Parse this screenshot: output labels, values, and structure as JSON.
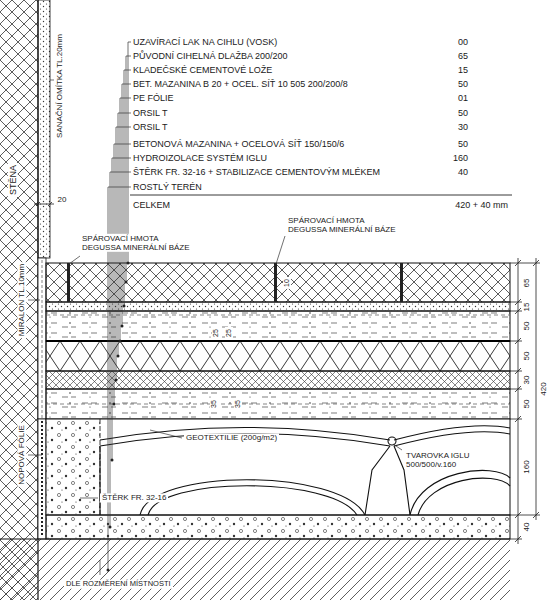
{
  "diagram": {
    "labels": [
      "UZAVÍRACÍ LAK NA CIHLU (VOSK)",
      "00",
      "PŮVODNÍ CIHELNÁ DLAŽBA 200/200",
      "65",
      "KLADEČSKÉ CEMENTOVÉ LOŽE",
      "15",
      "BET. MAZANINA B 20 + OCEL. SÍŤ 10 505 200/200/8",
      "50",
      "PE FÓLIE",
      "01",
      "ORSIL T",
      "50",
      "ORSIL T",
      "30",
      "BETONOVÁ MAZANINA + OCELOVÁ SÍŤ 150/150/6",
      "50",
      "HYDROIZOLACE SYSTÉM IGLU",
      "160",
      "ŠTĚRK FR. 32-16 + STABILIZACE CEMENTOVÝM MLÉKEM",
      "40",
      "ROSTLÝ TERÉN",
      "CELKEM",
      "420 + 40 mm",
      "SANAČNÍ OMÍTKA TL.20mm",
      "STĚNA",
      "20",
      "SPÁROVACÍ HMOTA DEGUSSA MINERÁLNÍ BÁZE",
      "SPÁROVACÍ HMOTA DEGUSSA MINERÁLNÍ BÁZE",
      "10",
      "25",
      "25",
      "MIRALON TL.10mm",
      "35",
      "35",
      "GEOTEXTILIE (200g/m2)",
      "NOPOVÁ FÓLIE",
      "TVAROVKA IGLU 500/500/v.160",
      "ŠTĚRK FR. 32-16",
      "DLE ROZMĚRENÍ MÍSTNOSTI",
      "65",
      "15",
      "50",
      "50",
      "30",
      "50",
      "160",
      "40",
      "420"
    ]
  }
}
